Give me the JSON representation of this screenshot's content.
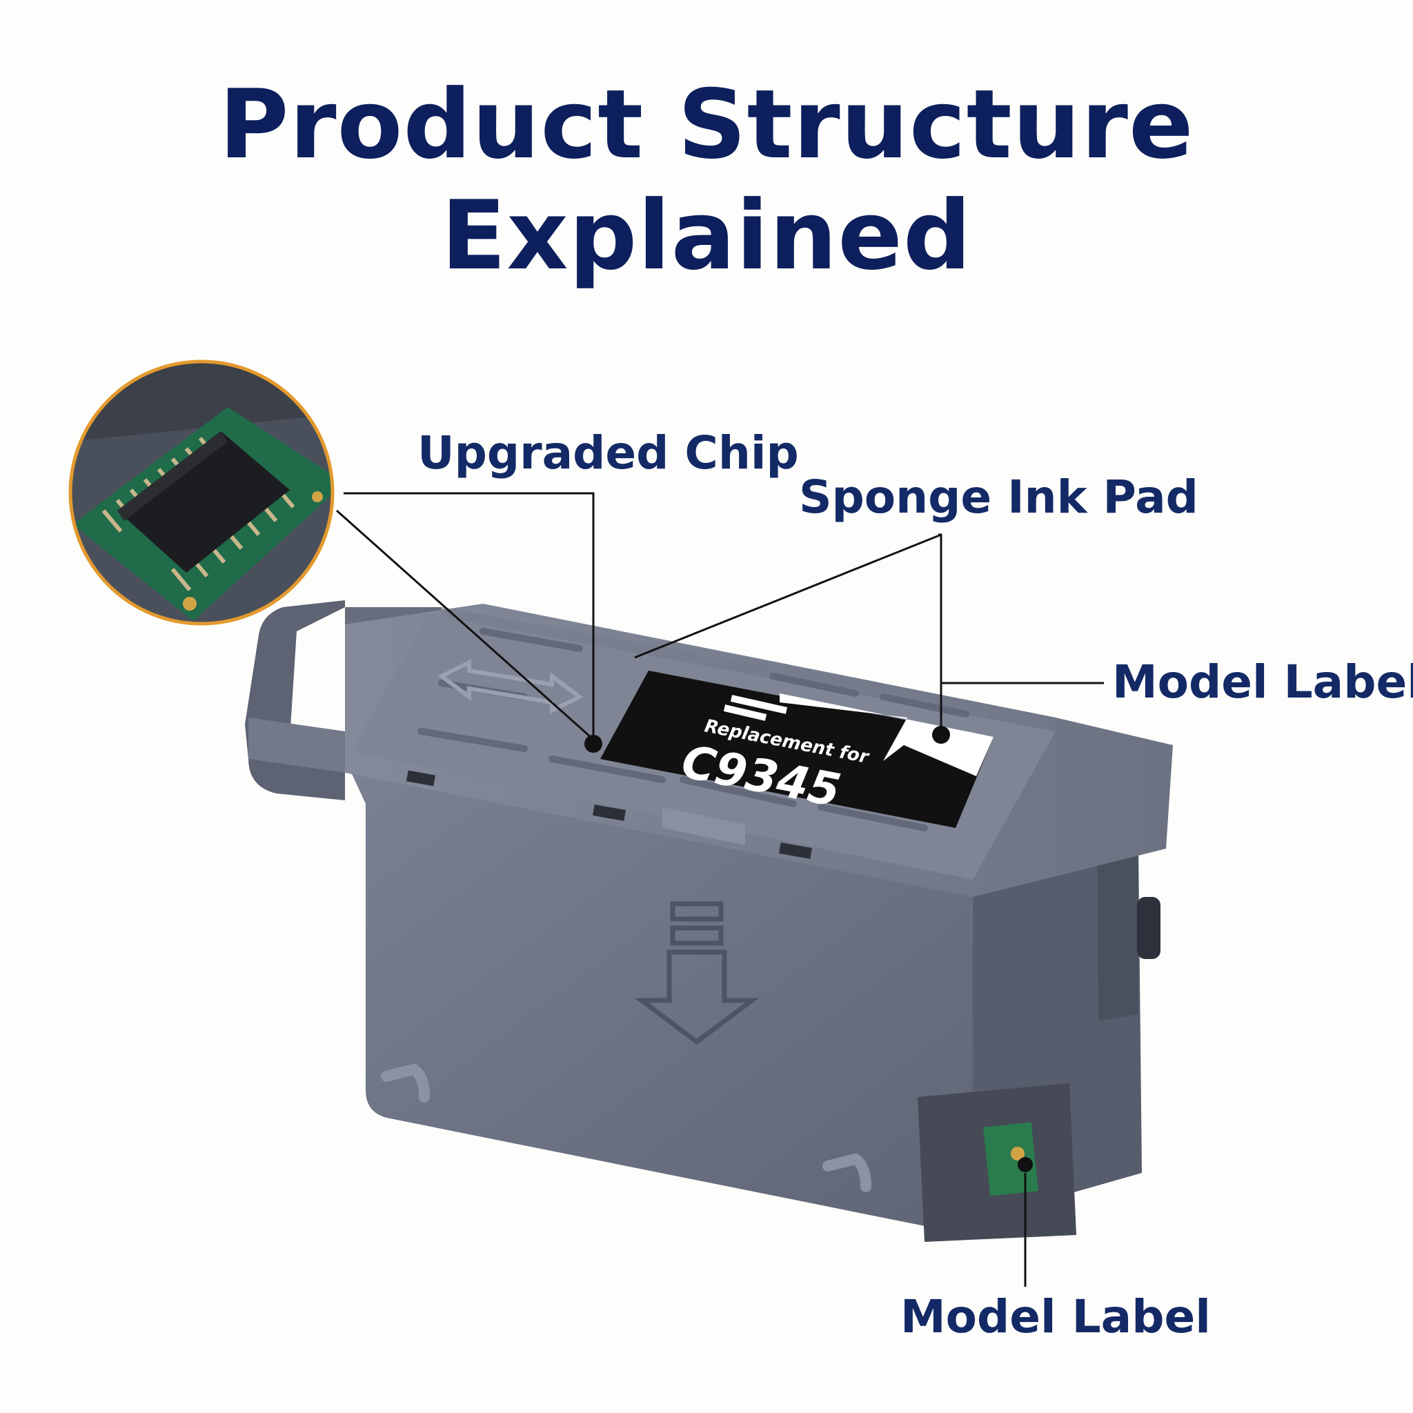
{
  "title": "Product Structure Explained",
  "callouts": {
    "upgraded_chip": "Upgraded Chip",
    "sponge_ink_pad": "Sponge Ink Pad",
    "model_label_top": "Model Label",
    "model_label_bottom": "Model Label"
  },
  "sticker": {
    "line1": "Replacement for",
    "line2": "C9345"
  },
  "colors": {
    "title": "#0d1f5c",
    "callout_text": "#142a66",
    "leader_line": "#111111",
    "body_gray": "#6f7585",
    "body_dark": "#555b69",
    "lid_gray": "#7a8090",
    "sticker_black": "#111111",
    "sticker_white": "#ffffff",
    "pcb_green": "#1f6b4a",
    "zoom_ring": "#e39a2e"
  }
}
